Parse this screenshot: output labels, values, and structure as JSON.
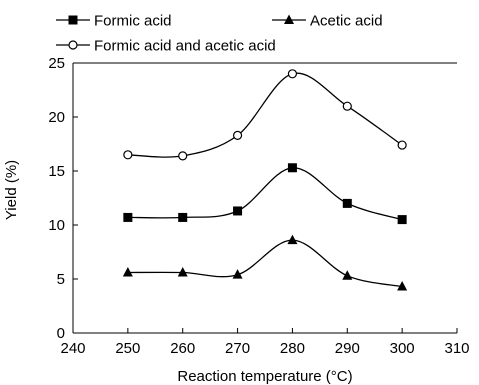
{
  "chart_data": {
    "type": "line",
    "title": "",
    "xlabel": "Reaction temperature (°C)",
    "ylabel": "Yield (%)",
    "xlim": [
      240,
      310
    ],
    "ylim": [
      0,
      25
    ],
    "xticks": [
      240,
      250,
      260,
      270,
      280,
      290,
      300,
      310
    ],
    "yticks": [
      0,
      5,
      10,
      15,
      20,
      25
    ],
    "grid": false,
    "legend_position": "top",
    "x": [
      250,
      260,
      270,
      280,
      290,
      300
    ],
    "series": [
      {
        "name": "Formic acid",
        "marker": "square",
        "values": [
          10.7,
          10.7,
          11.3,
          15.3,
          12.0,
          10.5
        ]
      },
      {
        "name": "Acetic acid",
        "marker": "triangle",
        "values": [
          5.6,
          5.6,
          5.4,
          8.6,
          5.3,
          4.3
        ]
      },
      {
        "name": "Formic acid and acetic acid",
        "marker": "circle-open",
        "values": [
          16.5,
          16.4,
          18.3,
          24.0,
          21.0,
          17.4
        ]
      }
    ]
  }
}
